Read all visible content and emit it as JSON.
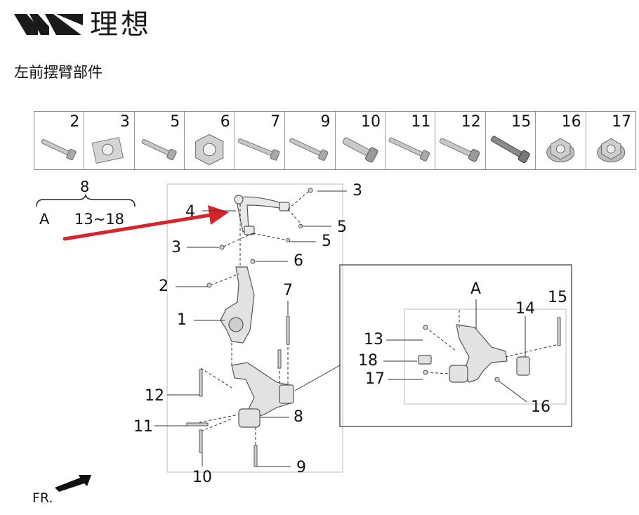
{
  "header": {
    "brand_name": "理想",
    "subtitle": "左前摆臂部件"
  },
  "parts_strip": {
    "items": [
      {
        "number": "2",
        "icon": "bolt-icon"
      },
      {
        "number": "3",
        "icon": "flange-nut-icon"
      },
      {
        "number": "5",
        "icon": "bolt-icon"
      },
      {
        "number": "6",
        "icon": "hex-nut-icon"
      },
      {
        "number": "7",
        "icon": "long-bolt-icon"
      },
      {
        "number": "9",
        "icon": "bolt-icon"
      },
      {
        "number": "10",
        "icon": "flanged-bolt-icon"
      },
      {
        "number": "11",
        "icon": "long-bolt-icon"
      },
      {
        "number": "12",
        "icon": "flanged-bolt-icon"
      },
      {
        "number": "15",
        "icon": "threaded-bolt-icon"
      },
      {
        "number": "16",
        "icon": "flange-nut-icon"
      },
      {
        "number": "17",
        "icon": "flange-nut-icon"
      }
    ]
  },
  "group": {
    "number": "8",
    "left": "A",
    "right": "13~18"
  },
  "callouts": {
    "c1": "1",
    "c2": "2",
    "c3a": "3",
    "c3b": "3",
    "c4": "4",
    "c5a": "5",
    "c5b": "5",
    "c6": "6",
    "c7": "7",
    "c8": "8",
    "c9": "9",
    "c10": "10",
    "c11": "11",
    "c12": "12"
  },
  "detail": {
    "title": "A",
    "c13": "13",
    "c14": "14",
    "c15": "15",
    "c16": "16",
    "c17": "17",
    "c18": "18"
  },
  "footer": {
    "front_label": "FR."
  },
  "colors": {
    "accent_arrow": "#d8232a",
    "brand": "#1a1a1a"
  }
}
